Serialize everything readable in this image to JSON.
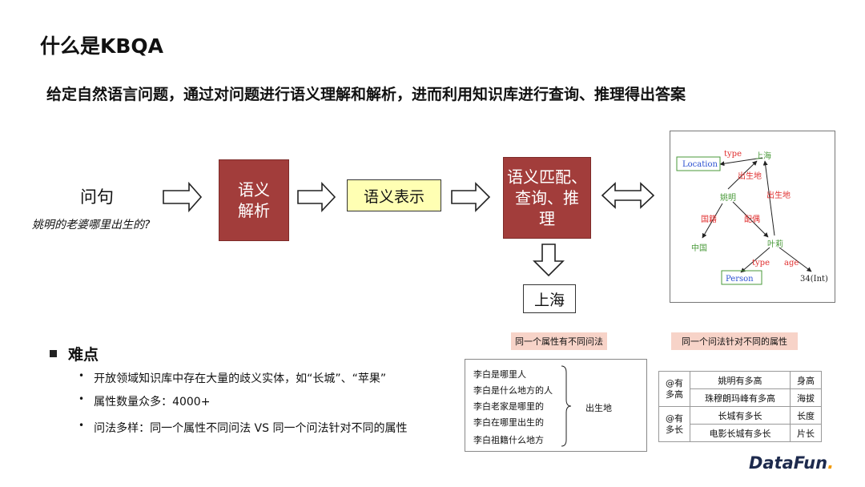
{
  "title": "什么是KBQA",
  "subtitle": "给定自然语言问题，通过对问题进行语义理解和解析，进而利用知识库进行查询、推理得出答案",
  "pipeline": {
    "question_label": "问句",
    "example_question": "姚明的老婆哪里出生的?",
    "step1": [
      "语义",
      "解析"
    ],
    "step2": "语义表示",
    "step3": [
      "语义匹配、",
      "查询、推",
      "理"
    ],
    "answer": "上海"
  },
  "kg": {
    "nodes": {
      "location": "Location",
      "shanghai": "上海",
      "yaoming": "姚明",
      "china": "中国",
      "yeli": "叶莉",
      "person": "Person",
      "age_value": "34(Int)"
    },
    "edges": {
      "type1": "type",
      "birthplace1": "出生地",
      "birthplace2": "出生地",
      "nationality": "国籍",
      "spouse": "配偶",
      "type2": "type",
      "age": "age"
    },
    "colors": {
      "entity": "#4a9a3a",
      "relation": "#e03030",
      "class": "#2a4fd0"
    }
  },
  "difficulties": {
    "heading": "难点",
    "items": [
      "开放领域知识库中存在大量的歧义实体，如“长城”、“苹果”",
      "属性数量众多：4000+",
      "问法多样：同一个属性不同问法 VS 同一个问法针对不同的属性"
    ]
  },
  "left_example": {
    "tag": "同一个属性有不同问法",
    "questions": [
      "李白是哪里人",
      "李白是什么地方的人",
      "李白老家是哪里的",
      "李白在哪里出生的",
      "李白祖籍什么地方"
    ],
    "answer": "出生地"
  },
  "right_example": {
    "tag": "同一个问法针对不同的属性",
    "groups": [
      {
        "pattern": "@有多高",
        "rows": [
          {
            "q": "姚明有多高",
            "attr": "身高"
          },
          {
            "q": "珠穆朗玛峰有多高",
            "attr": "海拔"
          }
        ]
      },
      {
        "pattern": "@有多长",
        "rows": [
          {
            "q": "长城有多长",
            "attr": "长度"
          },
          {
            "q": "电影长城有多长",
            "attr": "片长"
          }
        ]
      }
    ]
  },
  "logo": {
    "text": "DataFun",
    "suffix": "."
  }
}
